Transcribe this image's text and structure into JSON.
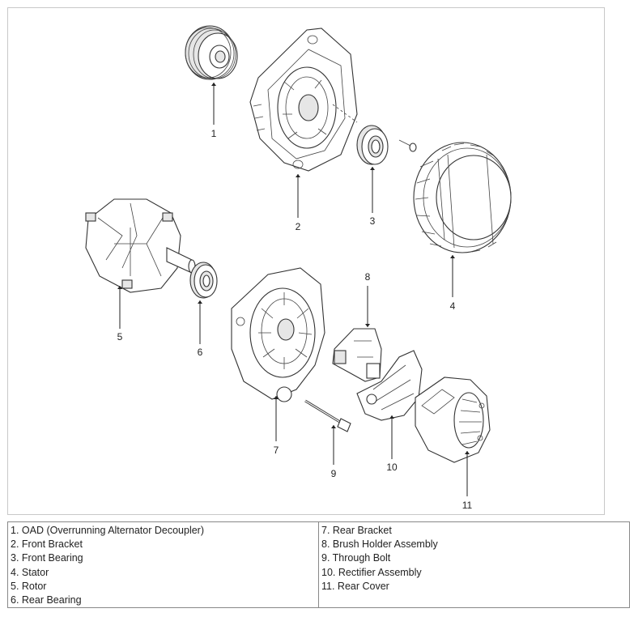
{
  "callouts": [
    "1",
    "2",
    "3",
    "4",
    "5",
    "6",
    "7",
    "8",
    "9",
    "10",
    "11"
  ],
  "legend": {
    "left": [
      "1. OAD (Overrunning Alternator Decoupler)",
      "2. Front Bracket",
      "3. Front Bearing",
      "4. Stator",
      "5. Rotor",
      "6. Rear Bearing"
    ],
    "right": [
      "7. Rear Bracket",
      "8. Brush Holder Assembly",
      "9. Through Bolt",
      "10. Rectifier Assembly",
      "11. Rear Cover"
    ]
  }
}
